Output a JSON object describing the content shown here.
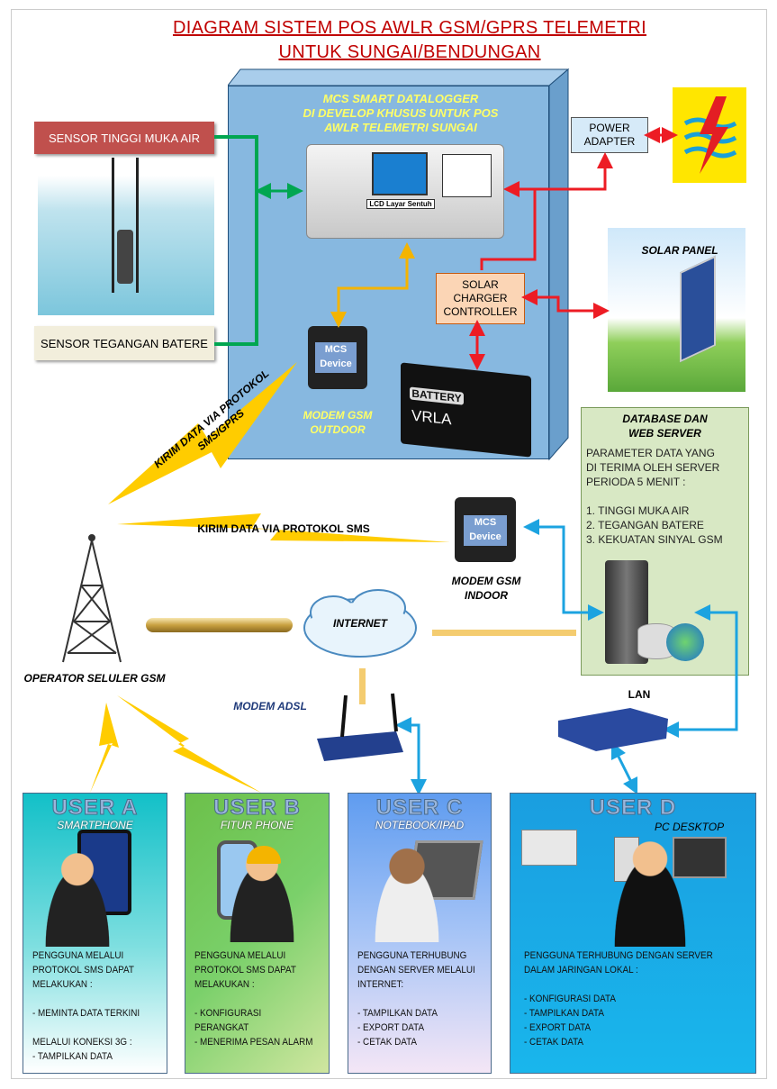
{
  "title": {
    "line1": "DIAGRAM SISTEM POS AWLR GSM/GPRS TELEMETRI",
    "line2": "UNTUK SUNGAI/BENDUNGAN"
  },
  "datalogger": {
    "heading": "MCS SMART DATALOGGER\nDI DEVELOP KHUSUS UNTUK POS\nAWLR  TELEMETRI SUNGAI",
    "lcd_label": "LCD Layar Sentuh"
  },
  "sensors": {
    "water_level": "SENSOR TINGGI MUKA AIR",
    "battery_voltage": "SENSOR TEGANGAN BATERE"
  },
  "power_adapter": "POWER\nADAPTER",
  "solar_charger": "SOLAR\nCHARGER\nCONTROLLER",
  "solar_panel": "SOLAR PANEL",
  "battery": {
    "brand": "BATTERY",
    "type": "VRLA"
  },
  "modem_outdoor": {
    "device": "MCS\nDevice",
    "label": "MODEM GSM\nOUTDOOR"
  },
  "modem_indoor": {
    "device": "MCS\nDevice",
    "label": "MODEM GSM\nINDOOR"
  },
  "database": {
    "heading": "DATABASE DAN\nWEB SERVER",
    "text": "PARAMETER DATA YANG\nDI TERIMA OLEH SERVER\nPERIODA  5 MENIT :\n\n1. TINGGI MUKA AIR\n2. TEGANGAN BATERE\n3. KEKUATAN SINYAL GSM"
  },
  "links": {
    "gprs": "KIRIM DATA VIA PROTOKOL\nSMS/GPRS",
    "sms": "KIRIM DATA VIA PROTOKOL SMS",
    "internet": "INTERNET",
    "lan": "LAN",
    "modem_adsl": "MODEM ADSL",
    "operator": "OPERATOR SELULER GSM"
  },
  "users": [
    {
      "name": "USER A",
      "device": "SMARTPHONE",
      "desc": "PENGGUNA MELALUI\nPROTOKOL SMS DAPAT\nMELAKUKAN :\n\n- MEMINTA DATA TERKINI\n\nMELALUI KONEKSI 3G :\n- TAMPILKAN DATA"
    },
    {
      "name": "USER B",
      "device": "FITUR PHONE",
      "desc": "PENGGUNA MELALUI\nPROTOKOL SMS DAPAT\nMELAKUKAN :\n\n- KONFIGURASI PERANGKAT\n- MENERIMA PESAN ALARM"
    },
    {
      "name": "USER C",
      "device": "NOTEBOOK/IPAD",
      "desc": "PENGGUNA TERHUBUNG\nDENGAN SERVER MELALUI\nINTERNET:\n\n- TAMPILKAN DATA\n- EXPORT DATA\n- CETAK DATA"
    },
    {
      "name": "USER D",
      "device": "PC DESKTOP",
      "desc": "PENGGUNA TERHUBUNG DENGAN SERVER\nDALAM JARINGAN LOKAL :\n\n- KONFIGURASI DATA\n- TAMPILKAN DATA\n- EXPORT DATA\n- CETAK DATA"
    }
  ],
  "colors": {
    "title": "#c00000",
    "enclosure": "#87b8e0",
    "sensor_red": "#c0504d",
    "wire_green": "#00a651",
    "wire_red": "#ed1c24",
    "wire_blue": "#1ca3e0",
    "lightning": "#ffcc00"
  }
}
